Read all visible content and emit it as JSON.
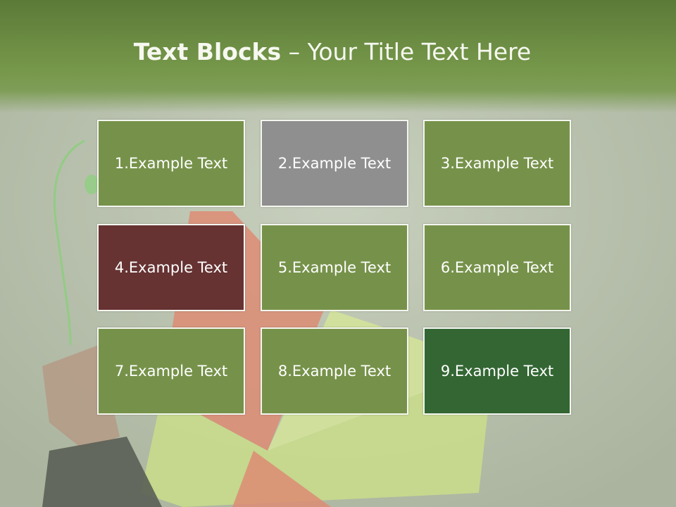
{
  "slide": {
    "title_bold": "Text Blocks",
    "title_separator": " – ",
    "title_rest": "Your Title Text Here"
  },
  "colors": {
    "header": "#76984a",
    "green_block": "#76924a",
    "gray_block": "#8f8f8f",
    "maroon_block": "#663232",
    "dark_green_block": "#336633",
    "text": "#ffffff"
  },
  "blocks": [
    {
      "label": "1.Example Text",
      "color": "#76924a"
    },
    {
      "label": "2.Example Text",
      "color": "#8f8f8f"
    },
    {
      "label": "3.Example Text",
      "color": "#76924a"
    },
    {
      "label": "4.Example Text",
      "color": "#663232"
    },
    {
      "label": "5.Example Text",
      "color": "#76924a"
    },
    {
      "label": "6.Example Text",
      "color": "#76924a"
    },
    {
      "label": "7.Example Text",
      "color": "#76924a"
    },
    {
      "label": "8.Example Text",
      "color": "#76924a"
    },
    {
      "label": "9.Example Text",
      "color": "#336633"
    }
  ]
}
